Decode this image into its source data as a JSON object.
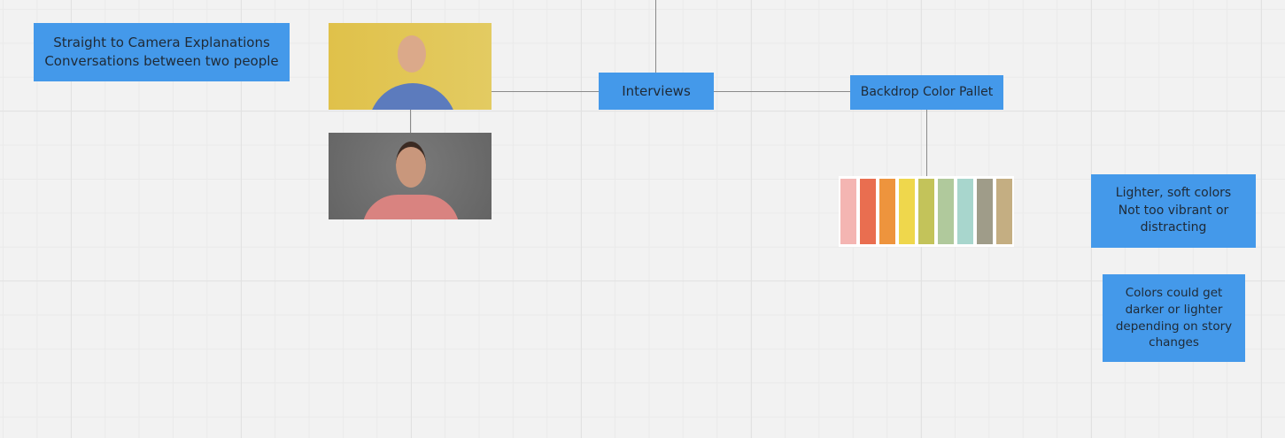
{
  "notes": {
    "camera": [
      "Straight to Camera Explanations",
      "Conversations between two people"
    ],
    "interviews": "Interviews",
    "backdrop": "Backdrop Color Pallet",
    "soft": [
      "Lighter, soft colors",
      "Not too vibrant or",
      "distracting"
    ],
    "darker": [
      "Colors could get",
      "darker or lighter",
      "depending on story",
      "changes"
    ]
  },
  "palette": [
    "#f4b5b2",
    "#e96e50",
    "#ee943d",
    "#efd74c",
    "#c3c35a",
    "#b0c99c",
    "#a8d6cd",
    "#9f9c89",
    "#c4ae82"
  ],
  "colors": {
    "note": "#4499ea",
    "photo1_bg": "#e0c451",
    "photo2_bg": "#6e6e6e"
  }
}
